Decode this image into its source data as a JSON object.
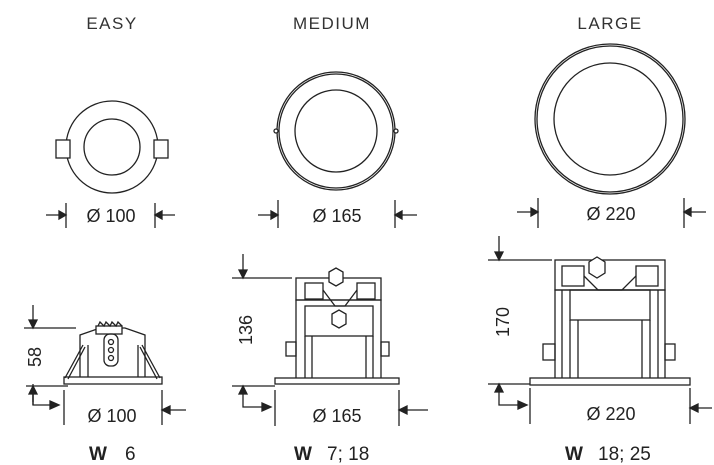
{
  "sizes": [
    {
      "name": "EASY",
      "top_diameter": "Ø 100",
      "height": "58",
      "bottom_diameter": "Ø 100",
      "watt_label": "W",
      "watt_values": "6"
    },
    {
      "name": "MEDIUM",
      "top_diameter": "Ø 165",
      "height": "136",
      "bottom_diameter": "Ø 165",
      "watt_label": "W",
      "watt_values": "7; 18"
    },
    {
      "name": "LARGE",
      "top_diameter": "Ø 220",
      "height": "170",
      "bottom_diameter": "Ø 220",
      "watt_label": "W",
      "watt_values": "18; 25"
    }
  ],
  "colors": {
    "line": "#222222",
    "text": "#333333"
  }
}
